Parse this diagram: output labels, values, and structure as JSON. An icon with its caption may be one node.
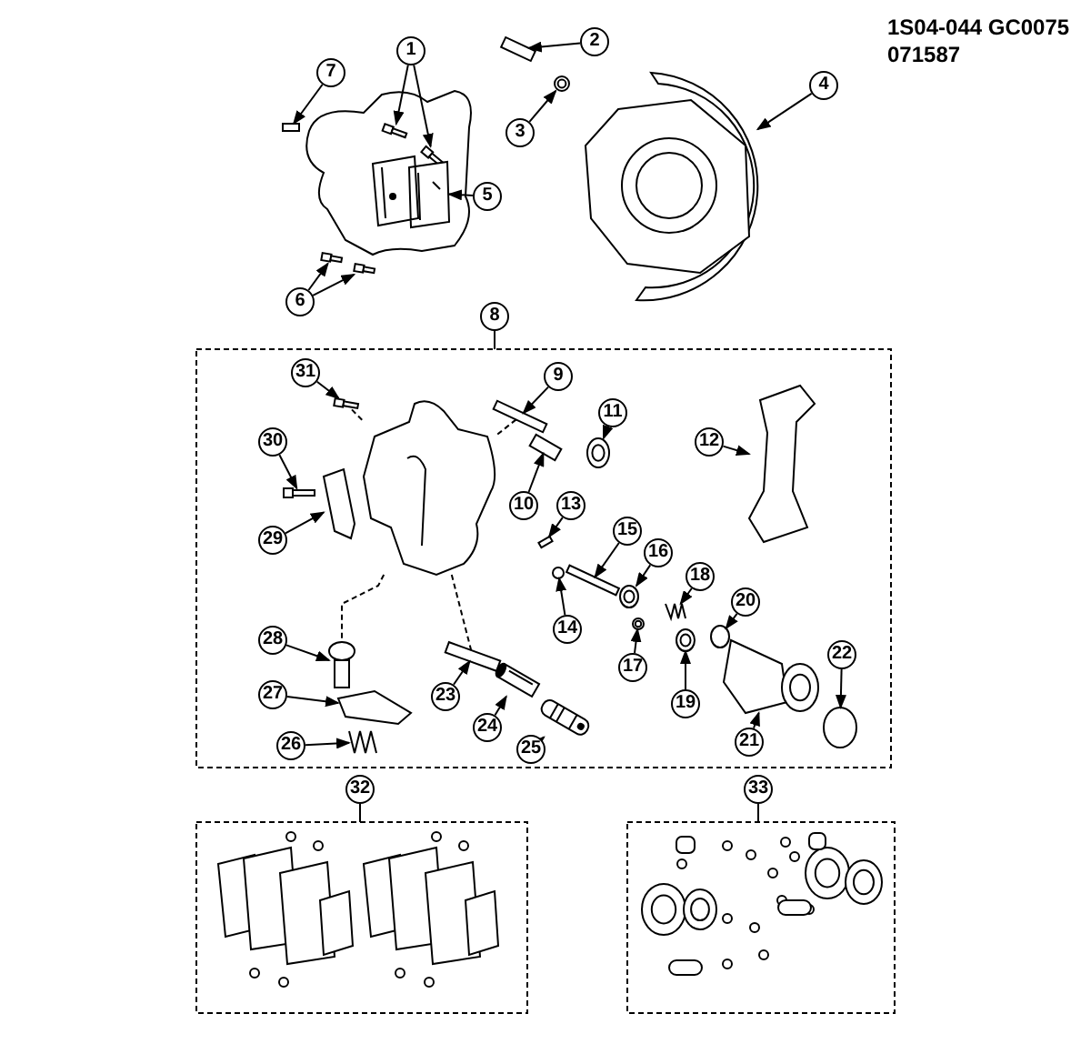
{
  "diagram": {
    "nodes": [
      {
        "text": [
          "1"
        ]
      },
      {
        "text": [
          "2"
        ]
      },
      {
        "text": [
          "3"
        ]
      },
      {
        "text": [
          "4"
        ]
      },
      {
        "text": [
          "5"
        ]
      },
      {
        "text": [
          "6"
        ]
      },
      {
        "text": [
          "7"
        ]
      },
      {
        "text": [
          "8"
        ]
      },
      {
        "text": [
          "9"
        ]
      },
      {
        "text": [
          "10"
        ]
      },
      {
        "text": [
          "11"
        ]
      },
      {
        "text": [
          "12"
        ]
      },
      {
        "text": [
          "13"
        ]
      },
      {
        "text": [
          "14"
        ]
      },
      {
        "text": [
          "15"
        ]
      },
      {
        "text": [
          "16"
        ]
      },
      {
        "text": [
          "17"
        ]
      },
      {
        "text": [
          "18"
        ]
      },
      {
        "text": [
          "19"
        ]
      },
      {
        "text": [
          "20"
        ]
      },
      {
        "text": [
          "21"
        ]
      },
      {
        "text": [
          "22"
        ]
      },
      {
        "text": [
          "23"
        ]
      },
      {
        "text": [
          "24"
        ]
      },
      {
        "text": [
          "25"
        ]
      },
      {
        "text": [
          "26"
        ]
      },
      {
        "text": [
          "27"
        ]
      },
      {
        "text": [
          "28"
        ]
      },
      {
        "text": [
          "29"
        ]
      },
      {
        "text": [
          "30"
        ]
      },
      {
        "text": [
          "31"
        ]
      },
      {
        "text": [
          "32"
        ]
      },
      {
        "text": [
          "33"
        ]
      },
      {
        "text": [],
        "shape": "picture"
      },
      {
        "text": [],
        "shape": "picture"
      },
      {
        "text": [],
        "shape": "box"
      },
      {
        "text": [],
        "shape": "picture"
      },
      {
        "text": [],
        "shape": "picture"
      },
      {
        "text": [],
        "shape": "picture"
      },
      {
        "text": [],
        "shape": "picture"
      },
      {
        "text": [],
        "shape": "picture"
      },
      {
        "text": [],
        "shape": "box"
      },
      {
        "text": [],
        "shape": "box"
      },
      {
        "text": [],
        "shape": "box"
      },
      {
        "text": [],
        "shape": "picture"
      },
      {
        "text": [],
        "shape": "picture"
      },
      {
        "text": [],
        "shape": "box"
      },
      {
        "text": [],
        "shape": "circle"
      },
      {
        "text": [],
        "shape": "box"
      },
      {
        "text": [],
        "shape": "picture"
      },
      {
        "text": [],
        "shape": "picture"
      },
      {
        "text": [],
        "shape": "picture"
      },
      {
        "text": [],
        "shape": "picture"
      },
      {
        "text": [],
        "shape": "circle"
      },
      {
        "text": [],
        "shape": "picture"
      },
      {
        "text": [],
        "shape": "circle"
      },
      {
        "text": [],
        "shape": "box"
      },
      {
        "text": [],
        "shape": "picture"
      },
      {
        "text": [],
        "shape": "picture"
      },
      {
        "text": [],
        "shape": "picture"
      },
      {
        "text": [],
        "shape": "picture"
      },
      {
        "text": [],
        "shape": "picture"
      },
      {
        "text": [],
        "shape": "picture"
      },
      {
        "text": [],
        "shape": "picture"
      },
      {
        "text": [],
        "shape": "picture"
      },
      {
        "text": [],
        "shape": "picture"
      }
    ],
    "edges": [
      {
        "from": 0,
        "to": 33,
        "arrow": "to"
      },
      {
        "from": 0,
        "to": 34,
        "arrow": "to"
      },
      {
        "from": 1,
        "to": 35,
        "arrow": "to"
      },
      {
        "from": 2,
        "to": 36,
        "arrow": "to"
      },
      {
        "from": 3,
        "to": 37,
        "arrow": "to"
      },
      {
        "from": 4,
        "to": 38,
        "arrow": "to"
      },
      {
        "from": 5,
        "to": 39,
        "arrow": "to"
      },
      {
        "from": 5,
        "to": 40,
        "arrow": "to"
      },
      {
        "from": 6,
        "to": 41,
        "arrow": "to"
      },
      {
        "from": 7,
        "to": null,
        "arrow": "none"
      },
      {
        "from": 8,
        "to": 42,
        "arrow": "to"
      },
      {
        "from": 9,
        "to": 43,
        "arrow": "to"
      },
      {
        "from": 10,
        "to": 44,
        "arrow": "to"
      },
      {
        "from": 11,
        "to": 45,
        "arrow": "to"
      },
      {
        "from": 12,
        "to": 46,
        "arrow": "to"
      },
      {
        "from": 13,
        "to": 47,
        "arrow": "to"
      },
      {
        "from": 14,
        "to": 48,
        "arrow": "to"
      },
      {
        "from": 15,
        "to": 49,
        "arrow": "to"
      },
      {
        "from": 16,
        "to": 50,
        "arrow": "to"
      },
      {
        "from": 17,
        "to": 51,
        "arrow": "to"
      },
      {
        "from": 18,
        "to": 52,
        "arrow": "to"
      },
      {
        "from": 19,
        "to": 53,
        "arrow": "to"
      },
      {
        "from": 20,
        "to": 54,
        "arrow": "to"
      },
      {
        "from": 21,
        "to": 55,
        "arrow": "to"
      },
      {
        "from": 22,
        "to": 56,
        "arrow": "to"
      },
      {
        "from": 23,
        "to": 57,
        "arrow": "to"
      },
      {
        "from": 24,
        "to": 58,
        "arrow": "to"
      },
      {
        "from": 25,
        "to": 59,
        "arrow": "to"
      },
      {
        "from": 26,
        "to": 60,
        "arrow": "to"
      },
      {
        "from": 27,
        "to": 61,
        "arrow": "to"
      },
      {
        "from": 28,
        "to": 62,
        "arrow": "to"
      },
      {
        "from": 29,
        "to": 63,
        "arrow": "to"
      },
      {
        "from": 30,
        "to": 64,
        "arrow": "to"
      },
      {
        "from": 31,
        "to": null,
        "arrow": "none"
      },
      {
        "from": 32,
        "to": null,
        "arrow": "none"
      },
      {
        "from": 64,
        "to": 65,
        "arrow": "none",
        "style": "dashed"
      },
      {
        "from": 42,
        "to": 65,
        "arrow": "none",
        "style": "dashed"
      },
      {
        "from": 65,
        "to": 61,
        "arrow": "none",
        "style": "dashed"
      },
      {
        "from": 65,
        "to": 56,
        "arrow": "none",
        "style": "dashed"
      }
    ],
    "labels": [
      "1S04-044 GC0075",
      "071587"
    ]
  }
}
